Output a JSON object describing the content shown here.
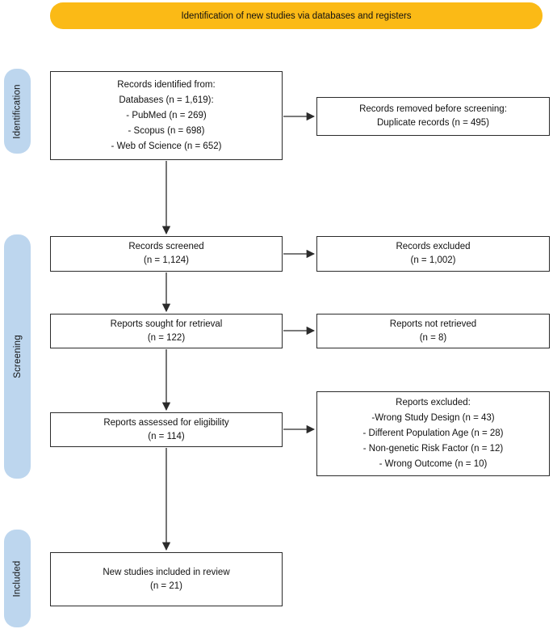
{
  "banner": {
    "label": "Identification of new studies via databases and registers"
  },
  "stages": [
    {
      "label": "Identification"
    },
    {
      "label": "Screening"
    },
    {
      "label": "Included"
    }
  ],
  "colors": {
    "banner_bg": "#FBBA16",
    "stage_badge_bg": "#BDD6EE",
    "box_border": "#2B2B2B",
    "arrow": "#2B2B2B",
    "text": "#111111"
  },
  "boxes": {
    "records_identified": {
      "lines": [
        "Records identified from:",
        "Databases (n = 1,619):",
        "- PubMed (n = 269)",
        "- Scopus (n = 698)",
        "- Web of Science (n = 652)"
      ]
    },
    "records_removed": {
      "lines": [
        "Records removed before screening:",
        "Duplicate records (n = 495)"
      ]
    },
    "records_screened": {
      "lines": [
        "Records screened",
        "(n = 1,124)"
      ]
    },
    "records_excluded": {
      "lines": [
        "Records excluded",
        "(n = 1,002)"
      ]
    },
    "reports_sought": {
      "lines": [
        "Reports sought for retrieval",
        "(n = 122)"
      ]
    },
    "reports_not_retrieved": {
      "lines": [
        "Reports not retrieved",
        "(n = 8)"
      ]
    },
    "reports_assessed": {
      "lines": [
        "Reports assessed for eligibility",
        "(n = 114)"
      ]
    },
    "reports_excluded": {
      "lines": [
        "Reports excluded:",
        "-Wrong Study Design (n = 43)",
        "- Different Population Age (n = 28)",
        "- Non-genetic Risk Factor (n = 12)",
        "- Wrong Outcome (n = 10)"
      ]
    },
    "new_studies_included": {
      "lines": [
        "New studies included in review",
        "(n = 21)"
      ]
    }
  }
}
